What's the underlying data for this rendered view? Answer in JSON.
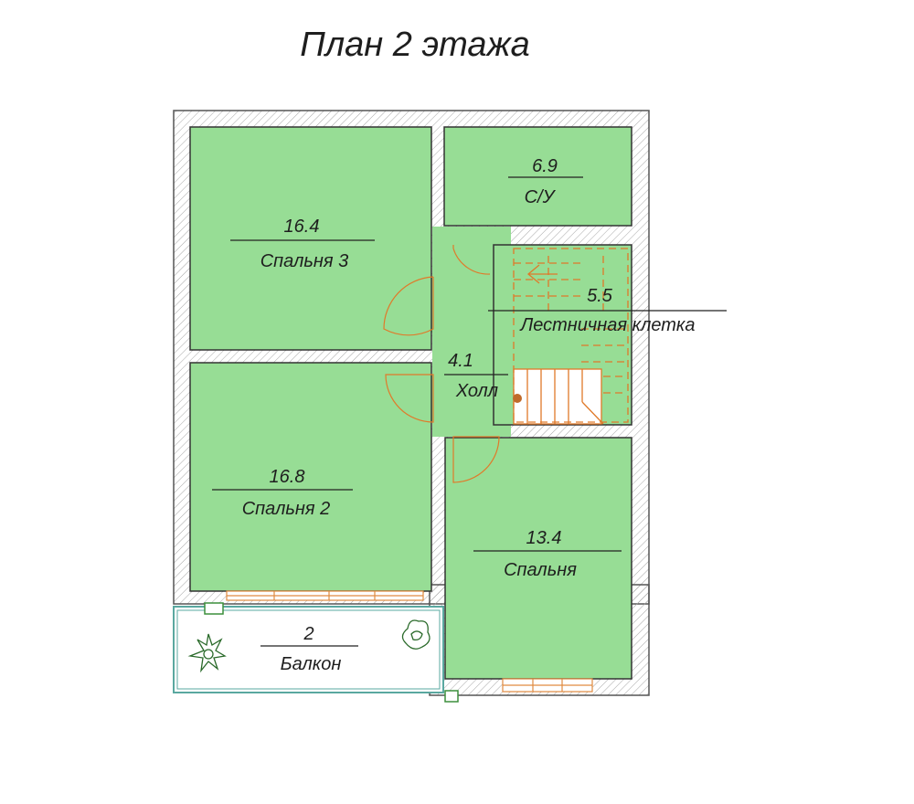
{
  "title": "План 2 этажа",
  "rooms": {
    "bedroom3": {
      "area": "16.4",
      "name": "Спальня 3"
    },
    "bathroom": {
      "area": "6.9",
      "name": "С/У"
    },
    "stairwell": {
      "area": "5.5",
      "name": "Лестничная клетка"
    },
    "hall": {
      "area": "4.1",
      "name": "Холл"
    },
    "bedroom2": {
      "area": "16.8",
      "name": "Спальня 2"
    },
    "bedroom": {
      "area": "13.4",
      "name": "Спальня"
    },
    "balcony": {
      "area": "2",
      "name": "Балкон"
    }
  },
  "colors": {
    "room_fill": "#97dd95",
    "wall_fill": "#ffffff",
    "wall_hatch": "#9a9a9a",
    "stair_line": "#e07a2a",
    "door_line": "#e07a2a",
    "balcony_line": "#5aa8a0"
  }
}
